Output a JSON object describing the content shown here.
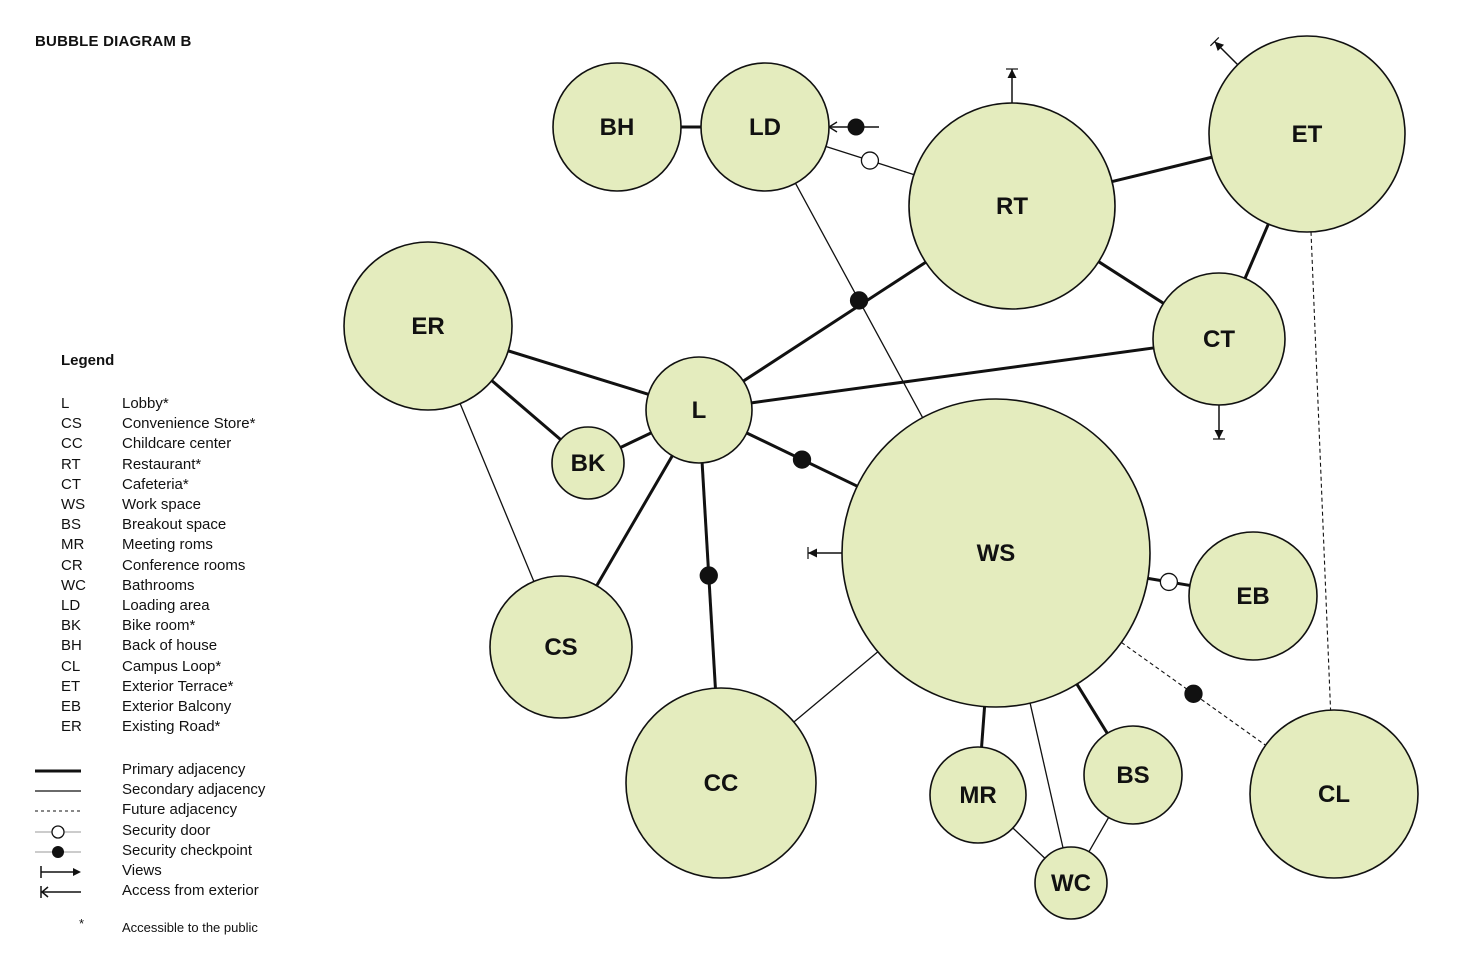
{
  "title": "BUBBLE DIAGRAM B",
  "colors": {
    "bubble_fill": "#e4ecbe",
    "stroke": "#111111",
    "background": "#ffffff"
  },
  "legend": {
    "title": "Legend",
    "abbreviations": [
      {
        "code": "L",
        "name": "Lobby*"
      },
      {
        "code": "CS",
        "name": "Convenience Store*"
      },
      {
        "code": "CC",
        "name": "Childcare center"
      },
      {
        "code": "RT",
        "name": "Restaurant*"
      },
      {
        "code": "CT",
        "name": "Cafeteria*"
      },
      {
        "code": "WS",
        "name": "Work space"
      },
      {
        "code": "BS",
        "name": "Breakout space"
      },
      {
        "code": "MR",
        "name": "Meeting roms"
      },
      {
        "code": "CR",
        "name": "Conference rooms"
      },
      {
        "code": "WC",
        "name": "Bathrooms"
      },
      {
        "code": "LD",
        "name": "Loading area"
      },
      {
        "code": "BK",
        "name": "Bike room*"
      },
      {
        "code": "BH",
        "name": "Back of house"
      },
      {
        "code": "CL",
        "name": "Campus Loop*"
      },
      {
        "code": "ET",
        "name": "Exterior Terrace*"
      },
      {
        "code": "EB",
        "name": "Exterior Balcony"
      },
      {
        "code": "ER",
        "name": "Existing Road*"
      }
    ],
    "line_types": [
      {
        "key": "primary",
        "label": "Primary adjacency"
      },
      {
        "key": "secondary",
        "label": "Secondary adjacency"
      },
      {
        "key": "future",
        "label": "Future adjacency"
      },
      {
        "key": "door",
        "label": "Security door"
      },
      {
        "key": "checkpoint",
        "label": "Security checkpoint"
      },
      {
        "key": "views",
        "label": "Views"
      },
      {
        "key": "access",
        "label": "Access from exterior"
      }
    ],
    "public_note": {
      "symbol": "*",
      "text": "Accessible to the public"
    }
  },
  "nodes": [
    {
      "id": "BH",
      "label": "BH"
    },
    {
      "id": "LD",
      "label": "LD"
    },
    {
      "id": "RT",
      "label": "RT"
    },
    {
      "id": "ET",
      "label": "ET"
    },
    {
      "id": "ER",
      "label": "ER"
    },
    {
      "id": "CT",
      "label": "CT"
    },
    {
      "id": "L",
      "label": "L"
    },
    {
      "id": "BK",
      "label": "BK"
    },
    {
      "id": "WS",
      "label": "WS"
    },
    {
      "id": "EB",
      "label": "EB"
    },
    {
      "id": "CS",
      "label": "CS"
    },
    {
      "id": "CC",
      "label": "CC"
    },
    {
      "id": "MR",
      "label": "MR"
    },
    {
      "id": "BS",
      "label": "BS"
    },
    {
      "id": "WC",
      "label": "WC"
    },
    {
      "id": "CL",
      "label": "CL"
    }
  ],
  "connections": [
    {
      "from": "BH",
      "to": "LD",
      "type": "primary"
    },
    {
      "from": "LD",
      "to": "RT",
      "type": "secondary",
      "marker": "door"
    },
    {
      "from": "LD",
      "to": "WS",
      "type": "secondary",
      "marker": "checkpoint"
    },
    {
      "from": "RT",
      "to": "ET",
      "type": "primary"
    },
    {
      "from": "RT",
      "to": "CT",
      "type": "primary"
    },
    {
      "from": "RT",
      "to": "L",
      "type": "primary"
    },
    {
      "from": "ET",
      "to": "CT",
      "type": "primary"
    },
    {
      "from": "ET",
      "to": "CL",
      "type": "future"
    },
    {
      "from": "ER",
      "to": "L",
      "type": "primary"
    },
    {
      "from": "ER",
      "to": "BK",
      "type": "primary"
    },
    {
      "from": "ER",
      "to": "CS",
      "type": "secondary"
    },
    {
      "from": "L",
      "to": "CT",
      "type": "primary"
    },
    {
      "from": "L",
      "to": "BK",
      "type": "primary"
    },
    {
      "from": "L",
      "to": "CS",
      "type": "primary"
    },
    {
      "from": "L",
      "to": "CC",
      "type": "primary",
      "marker": "checkpoint"
    },
    {
      "from": "L",
      "to": "WS",
      "type": "primary",
      "marker": "checkpoint"
    },
    {
      "from": "WS",
      "to": "EB",
      "type": "primary",
      "marker": "door"
    },
    {
      "from": "WS",
      "to": "CL",
      "type": "future",
      "marker": "checkpoint"
    },
    {
      "from": "WS",
      "to": "CC",
      "type": "secondary"
    },
    {
      "from": "WS",
      "to": "MR",
      "type": "primary"
    },
    {
      "from": "WS",
      "to": "BS",
      "type": "primary"
    },
    {
      "from": "WS",
      "to": "WC",
      "type": "secondary"
    },
    {
      "from": "MR",
      "to": "WC",
      "type": "secondary"
    },
    {
      "from": "BS",
      "to": "WC",
      "type": "secondary"
    }
  ],
  "external_arrows": [
    {
      "node": "LD",
      "type": "access",
      "marker": "checkpoint"
    },
    {
      "node": "RT",
      "type": "views"
    },
    {
      "node": "ET",
      "type": "views"
    },
    {
      "node": "CT",
      "type": "views"
    },
    {
      "node": "WS",
      "type": "views"
    }
  ]
}
